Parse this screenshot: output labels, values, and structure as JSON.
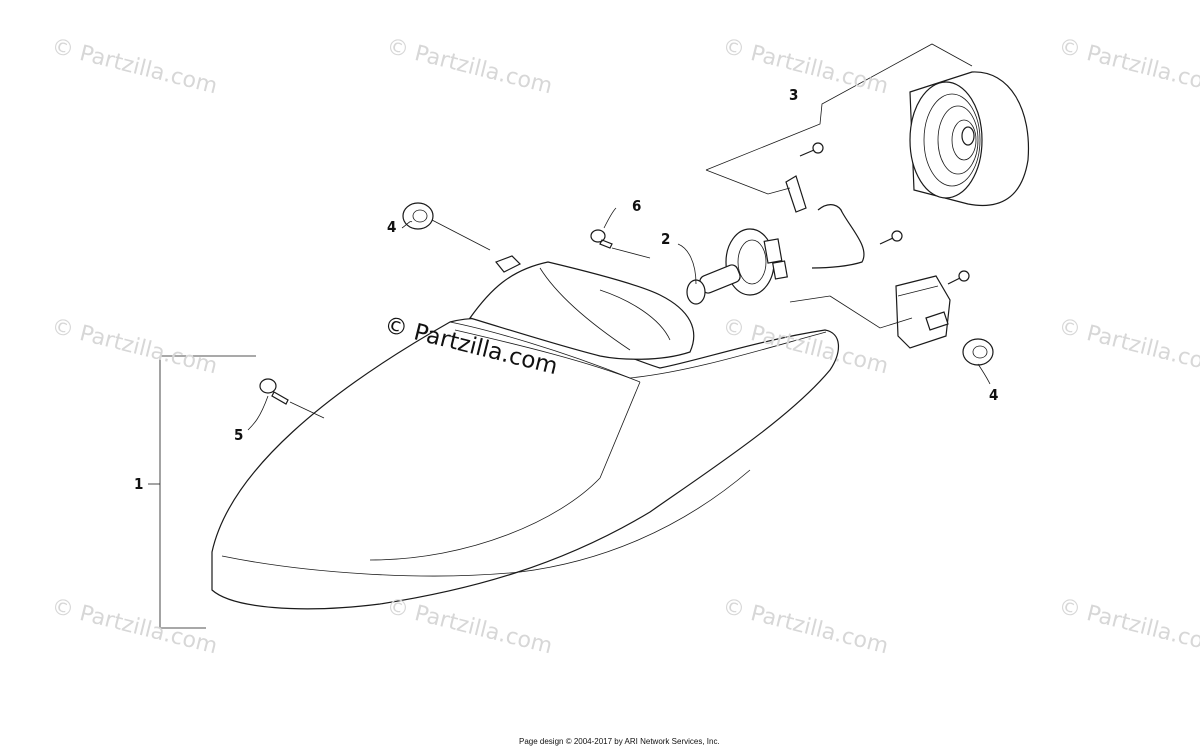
{
  "watermark": {
    "symbol": "©",
    "text": "Partzilla.com",
    "center_text": "Partzilla.com"
  },
  "callouts": {
    "c1": "1",
    "c2": "2",
    "c3": "3",
    "c4a": "4",
    "c4b": "4",
    "c5": "5",
    "c6": "6"
  },
  "footer": {
    "copyright": "Page design © 2004-2017 by ARI Network Services, Inc."
  }
}
